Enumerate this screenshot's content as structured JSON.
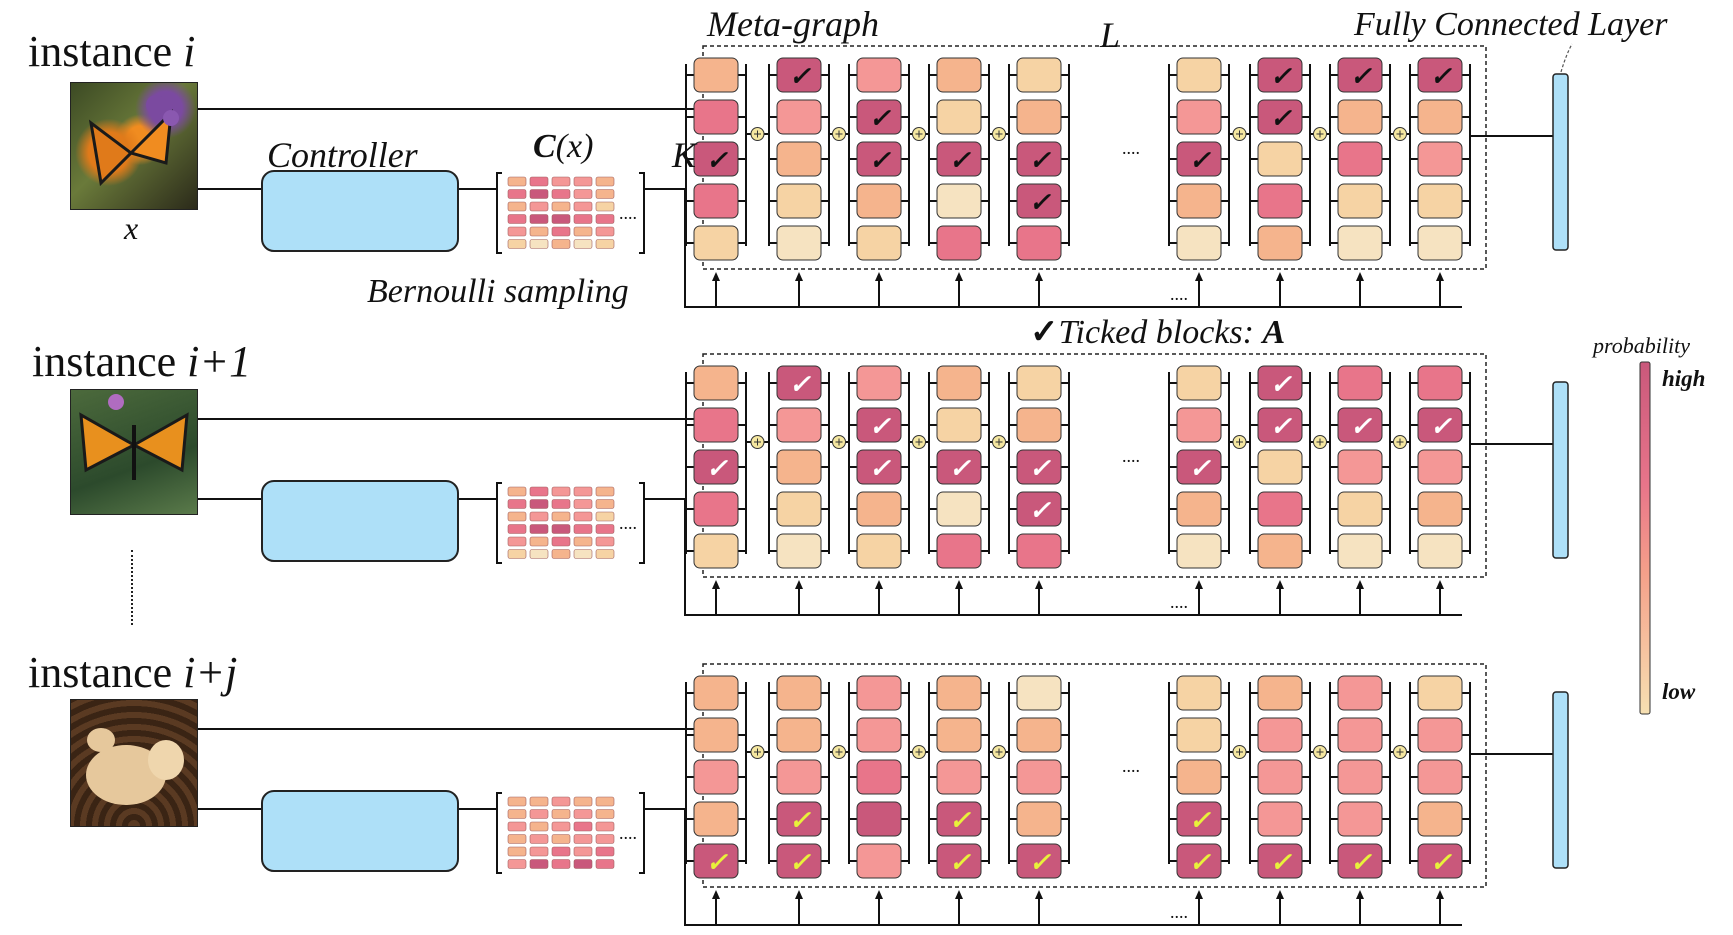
{
  "labels": {
    "instances": [
      "instance ",
      "instance ",
      "instance "
    ],
    "instance_index": [
      "i",
      "i+1",
      "i+j"
    ],
    "x_label": "x",
    "controller": "Controller",
    "cx_bold": "C",
    "cx_rest": "(x)",
    "meta_graph": "Meta-graph",
    "L": "L",
    "K": "K",
    "fc_layer": "Fully Connected Layer",
    "bernoulli": "Bernoulli sampling",
    "ticked_prefix": "Ticked blocks: ",
    "ticked_A": "A",
    "check": "✓",
    "ellipsis": "....",
    "legend_title": "probability",
    "legend_high": "high",
    "legend_low": "low"
  },
  "colors": {
    "p1": "#f6e3c1",
    "p2": "#f6d3a4",
    "p3": "#f5b48d",
    "p4": "#f49796",
    "p5": "#e8758a",
    "p6": "#c9587b",
    "controller": "#aee0f8",
    "fc": "#aee0f8",
    "tick_dark": "#111111",
    "tick_white": "#ffffff",
    "tick_yellow": "#e8f23a",
    "plus_fill": "#f5e7a0"
  },
  "rows": [
    {
      "tick_color": "tick_dark",
      "columns": [
        [
          "p3",
          "p5",
          "p6",
          "p5",
          "p2"
        ],
        [
          "p6",
          "p4",
          "p3",
          "p2",
          "p1"
        ],
        [
          "p4",
          "p6",
          "p6",
          "p3",
          "p2"
        ],
        [
          "p3",
          "p2",
          "p6",
          "p1",
          "p5"
        ],
        [
          "p2",
          "p3",
          "p6",
          "p6",
          "p5"
        ],
        [
          "p2",
          "p4",
          "p6",
          "p3",
          "p1"
        ],
        [
          "p6",
          "p6",
          "p2",
          "p5",
          "p3"
        ],
        [
          "p6",
          "p3",
          "p5",
          "p2",
          "p1"
        ],
        [
          "p6",
          "p3",
          "p4",
          "p2",
          "p1"
        ]
      ],
      "ticks": [
        [
          false,
          false,
          true,
          false,
          false
        ],
        [
          true,
          false,
          false,
          false,
          false
        ],
        [
          false,
          true,
          true,
          false,
          false
        ],
        [
          false,
          false,
          true,
          false,
          false
        ],
        [
          false,
          false,
          true,
          true,
          false
        ],
        [
          false,
          false,
          true,
          false,
          false
        ],
        [
          true,
          true,
          false,
          false,
          false
        ],
        [
          true,
          false,
          false,
          false,
          false
        ],
        [
          true,
          false,
          false,
          false,
          false
        ]
      ],
      "controller_grid": [
        [
          "p3",
          "p5",
          "p4",
          "p4",
          "p3"
        ],
        [
          "p5",
          "p6",
          "p5",
          "p4",
          "p3"
        ],
        [
          "p3",
          "p4",
          "p3",
          "p4",
          "p2"
        ],
        [
          "p5",
          "p6",
          "p6",
          "p5",
          "p5"
        ],
        [
          "p4",
          "p3",
          "p5",
          "p3",
          "p4"
        ],
        [
          "p2",
          "p1",
          "p3",
          "p1",
          "p2"
        ]
      ]
    },
    {
      "tick_color": "tick_white",
      "columns": [
        [
          "p3",
          "p5",
          "p6",
          "p5",
          "p2"
        ],
        [
          "p6",
          "p4",
          "p3",
          "p2",
          "p1"
        ],
        [
          "p4",
          "p6",
          "p6",
          "p3",
          "p2"
        ],
        [
          "p3",
          "p2",
          "p6",
          "p1",
          "p5"
        ],
        [
          "p2",
          "p3",
          "p6",
          "p6",
          "p5"
        ],
        [
          "p2",
          "p4",
          "p6",
          "p3",
          "p1"
        ],
        [
          "p6",
          "p6",
          "p2",
          "p5",
          "p3"
        ],
        [
          "p5",
          "p6",
          "p4",
          "p2",
          "p1"
        ],
        [
          "p5",
          "p6",
          "p4",
          "p3",
          "p1"
        ]
      ],
      "ticks": [
        [
          false,
          false,
          true,
          false,
          false
        ],
        [
          true,
          false,
          false,
          false,
          false
        ],
        [
          false,
          true,
          true,
          false,
          false
        ],
        [
          false,
          false,
          true,
          false,
          false
        ],
        [
          false,
          false,
          true,
          true,
          false
        ],
        [
          false,
          false,
          true,
          false,
          false
        ],
        [
          true,
          true,
          false,
          false,
          false
        ],
        [
          false,
          true,
          false,
          false,
          false
        ],
        [
          false,
          true,
          false,
          false,
          false
        ]
      ],
      "controller_grid": [
        [
          "p3",
          "p5",
          "p4",
          "p4",
          "p3"
        ],
        [
          "p5",
          "p6",
          "p5",
          "p4",
          "p3"
        ],
        [
          "p3",
          "p4",
          "p3",
          "p4",
          "p2"
        ],
        [
          "p5",
          "p6",
          "p6",
          "p5",
          "p5"
        ],
        [
          "p4",
          "p3",
          "p5",
          "p3",
          "p4"
        ],
        [
          "p2",
          "p1",
          "p3",
          "p1",
          "p2"
        ]
      ]
    },
    {
      "tick_color": "tick_yellow",
      "columns": [
        [
          "p3",
          "p3",
          "p4",
          "p3",
          "p6"
        ],
        [
          "p3",
          "p3",
          "p4",
          "p6",
          "p6"
        ],
        [
          "p4",
          "p4",
          "p5",
          "p6",
          "p4"
        ],
        [
          "p3",
          "p3",
          "p4",
          "p6",
          "p6"
        ],
        [
          "p1",
          "p3",
          "p4",
          "p3",
          "p6"
        ],
        [
          "p2",
          "p2",
          "p3",
          "p6",
          "p6"
        ],
        [
          "p3",
          "p4",
          "p4",
          "p4",
          "p6"
        ],
        [
          "p4",
          "p4",
          "p4",
          "p4",
          "p6"
        ],
        [
          "p2",
          "p4",
          "p4",
          "p3",
          "p6"
        ]
      ],
      "ticks": [
        [
          false,
          false,
          false,
          false,
          true
        ],
        [
          false,
          false,
          false,
          true,
          true
        ],
        [
          false,
          false,
          false,
          false,
          false
        ],
        [
          false,
          false,
          false,
          true,
          true
        ],
        [
          false,
          false,
          false,
          false,
          true
        ],
        [
          false,
          false,
          false,
          true,
          true
        ],
        [
          false,
          false,
          false,
          false,
          true
        ],
        [
          false,
          false,
          false,
          false,
          true
        ],
        [
          false,
          false,
          false,
          false,
          true
        ]
      ],
      "controller_grid": [
        [
          "p3",
          "p3",
          "p4",
          "p3",
          "p3"
        ],
        [
          "p3",
          "p4",
          "p3",
          "p4",
          "p3"
        ],
        [
          "p4",
          "p3",
          "p4",
          "p5",
          "p4"
        ],
        [
          "p3",
          "p4",
          "p3",
          "p4",
          "p4"
        ],
        [
          "p3",
          "p4",
          "p5",
          "p4",
          "p5"
        ],
        [
          "p4",
          "p6",
          "p5",
          "p6",
          "p5"
        ]
      ]
    }
  ]
}
